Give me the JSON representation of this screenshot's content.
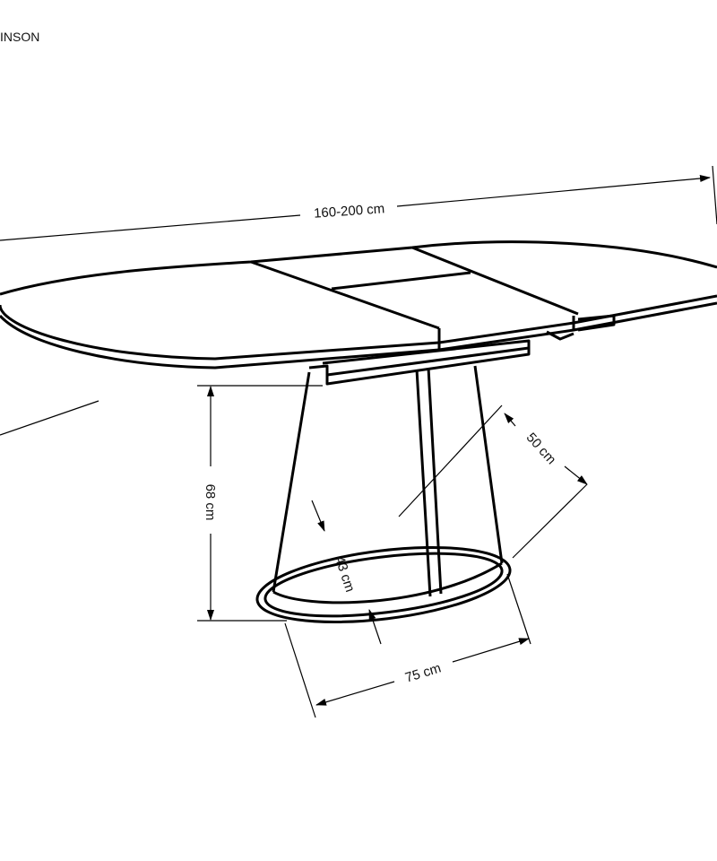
{
  "header": {
    "title": "INSON"
  },
  "dimensions": {
    "length": "160-200 cm",
    "height": "68 cm",
    "base_depth": "50 cm",
    "column": "43 cm",
    "base_width": "75 cm"
  },
  "colors": {
    "line": "#000000",
    "background": "#ffffff"
  }
}
